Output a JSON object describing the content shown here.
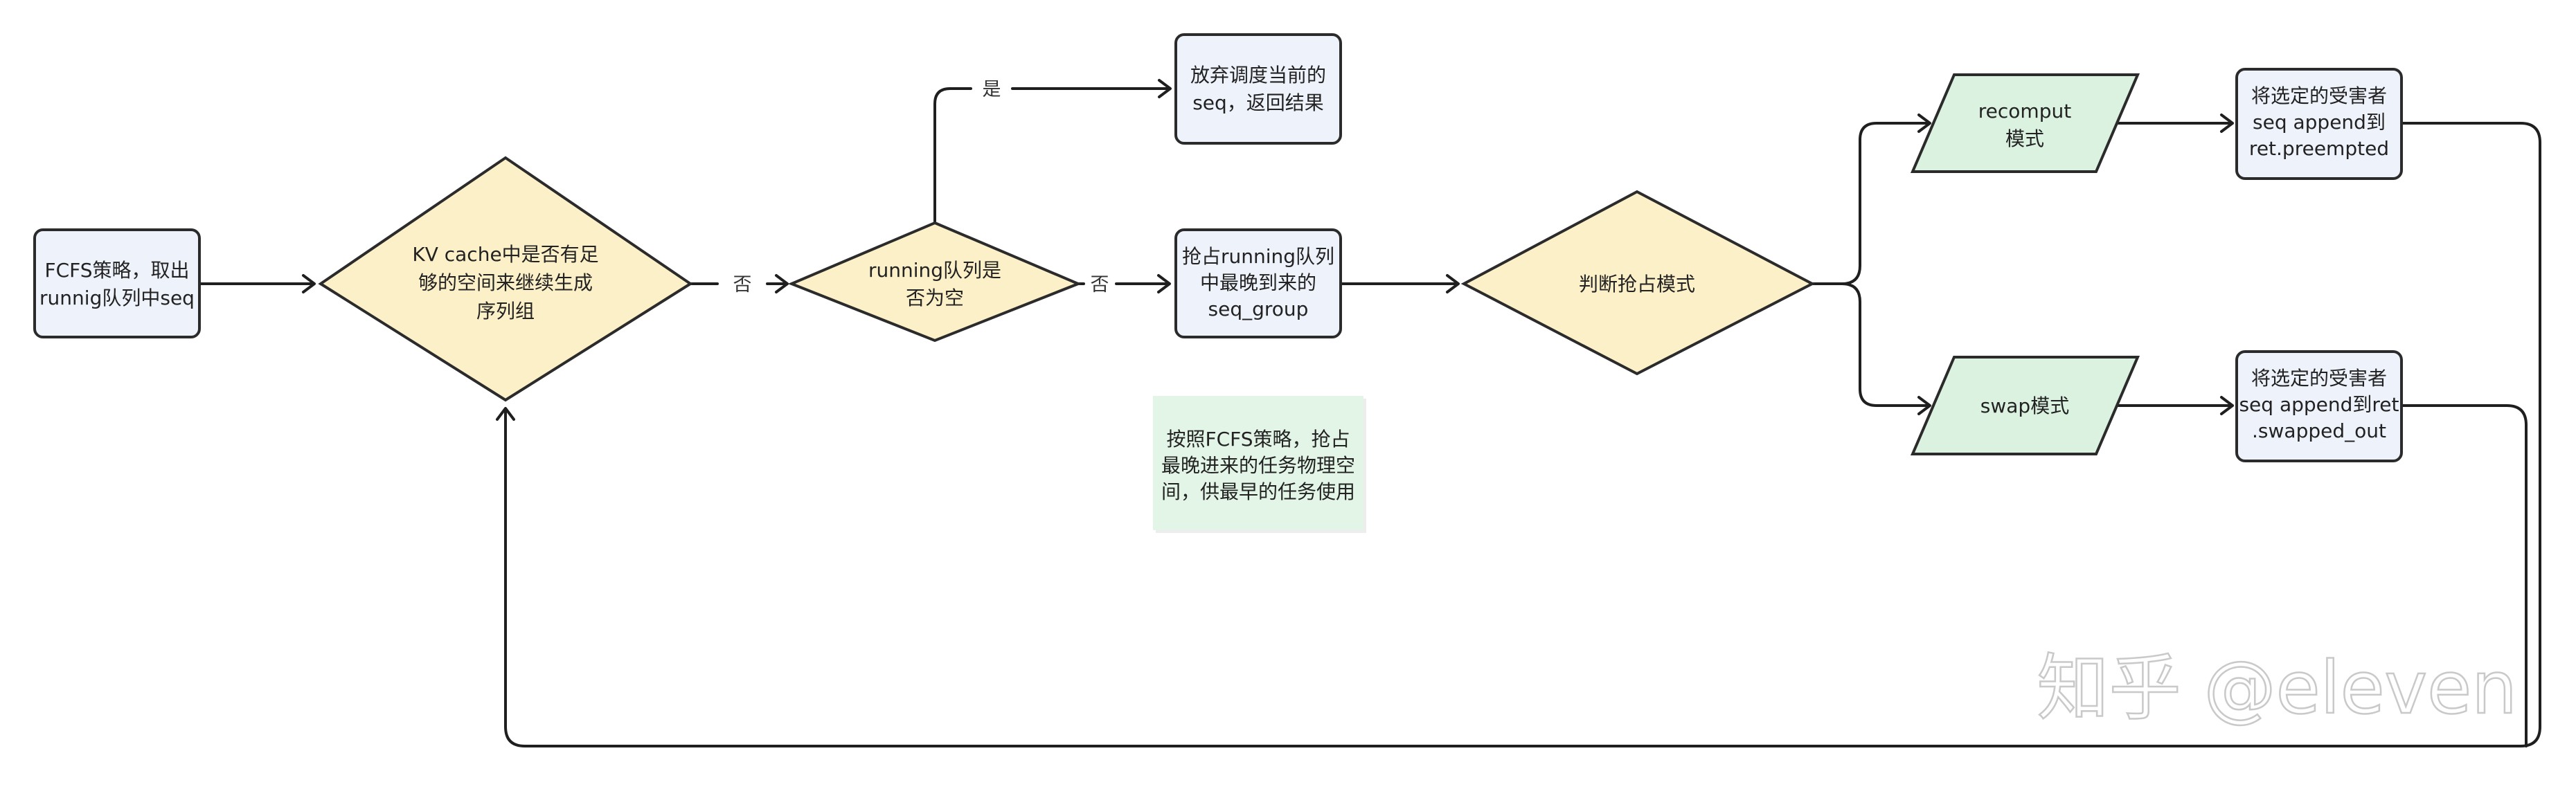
{
  "colors": {
    "process_fill": "#eef2fb",
    "decision_fill": "#fcf0c8",
    "mode_fill": "#dcf2e1",
    "note_fill": "#e2f5e6",
    "stroke": "#2b2b2b",
    "connector": "#1f1f1f",
    "watermark": "#c9c9c9"
  },
  "nodes": {
    "start": {
      "line1": "FCFS策略，取出",
      "line2": "runnig队列中seq"
    },
    "kv_check": {
      "line1": "KV cache中是否有足",
      "line2": "够的空间来继续生成",
      "line3": "序列组"
    },
    "running_empty": {
      "line1": "running队列是",
      "line2": "否为空"
    },
    "abandon": {
      "line1": "放弃调度当前的",
      "line2": "seq，返回结果"
    },
    "preempt": {
      "line1": "抢占running队列",
      "line2": "中最晚到来的",
      "line3": "seq_group"
    },
    "judge_mode": {
      "line1": "判断抢占模式"
    },
    "recompute": {
      "line1": "recomput",
      "line2": "模式"
    },
    "swap": {
      "line1": "swap模式"
    },
    "recompute_result": {
      "line1": "将选定的受害者",
      "line2": "seq append到",
      "line3": "ret.preempted"
    },
    "swap_result": {
      "line1": "将选定的受害者",
      "line2": "seq append到ret",
      "line3": ".swapped_out"
    },
    "note": {
      "line1": "按照FCFS策略，抢占",
      "line2": "最晚进来的任务物理空",
      "line3": "间，供最早的任务使用"
    }
  },
  "edge_labels": {
    "kv_no": "否",
    "running_yes": "是",
    "running_no": "否"
  },
  "watermark": {
    "text": "知乎 @eleven"
  }
}
